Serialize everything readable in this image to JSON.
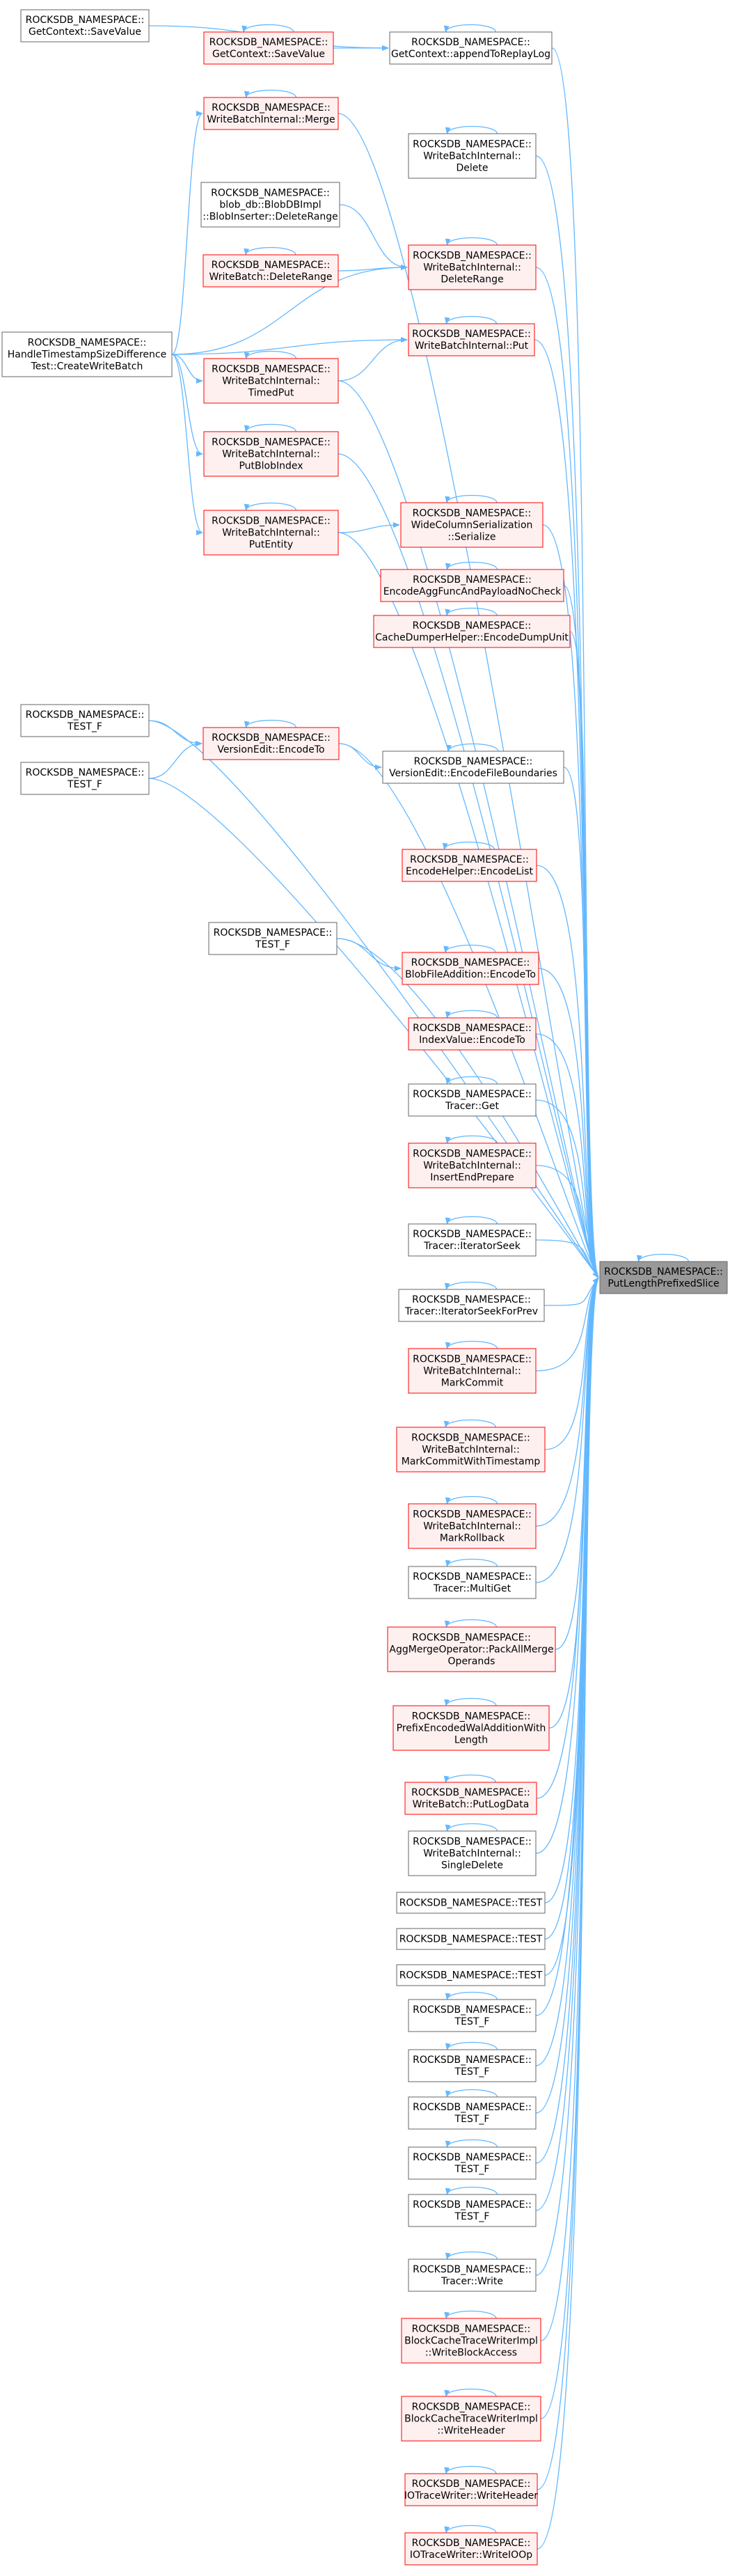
{
  "diagram": {
    "colors": {
      "edge": "#63b8ff",
      "node_border": "#666666",
      "node_fill": "#ffffff",
      "highlight_border": "#ff0000",
      "highlight_fill": "#fff0f0",
      "root_fill": "#999999",
      "root_border": "#666666"
    },
    "nodes": [
      {
        "id": "root",
        "lines": [
          "ROCKSDB_NAMESPACE::",
          "PutLengthPrefixedSlice"
        ],
        "style": "root"
      },
      {
        "id": "gcsv_left",
        "lines": [
          "ROCKSDB_NAMESPACE::",
          "GetContext::SaveValue"
        ],
        "style": "normal"
      },
      {
        "id": "gcsv",
        "lines": [
          "ROCKSDB_NAMESPACE::",
          "GetContext::SaveValue"
        ],
        "style": "highlight"
      },
      {
        "id": "gcrl",
        "lines": [
          "ROCKSDB_NAMESPACE::",
          "GetContext::appendToReplayLog"
        ],
        "style": "normal"
      },
      {
        "id": "wbi_merge",
        "lines": [
          "ROCKSDB_NAMESPACE::",
          "WriteBatchInternal::Merge"
        ],
        "style": "highlight"
      },
      {
        "id": "wbi_delete",
        "lines": [
          "ROCKSDB_NAMESPACE::",
          "WriteBatchInternal::",
          "Delete"
        ],
        "style": "normal"
      },
      {
        "id": "blobdel",
        "lines": [
          "ROCKSDB_NAMESPACE::",
          "blob_db::BlobDBImpl",
          "::BlobInserter::DeleteRange"
        ],
        "style": "normal"
      },
      {
        "id": "wb_delrange",
        "lines": [
          "ROCKSDB_NAMESPACE::",
          "WriteBatch::DeleteRange"
        ],
        "style": "highlight"
      },
      {
        "id": "wbi_delrange",
        "lines": [
          "ROCKSDB_NAMESPACE::",
          "WriteBatchInternal::",
          "DeleteRange"
        ],
        "style": "highlight"
      },
      {
        "id": "htsd",
        "lines": [
          "ROCKSDB_NAMESPACE::",
          "HandleTimestampSizeDifference",
          "Test::CreateWriteBatch"
        ],
        "style": "normal"
      },
      {
        "id": "wbi_put",
        "lines": [
          "ROCKSDB_NAMESPACE::",
          "WriteBatchInternal::Put"
        ],
        "style": "highlight"
      },
      {
        "id": "wbi_timedput",
        "lines": [
          "ROCKSDB_NAMESPACE::",
          "WriteBatchInternal::",
          "TimedPut"
        ],
        "style": "highlight"
      },
      {
        "id": "wbi_putblob",
        "lines": [
          "ROCKSDB_NAMESPACE::",
          "WriteBatchInternal::",
          "PutBlobIndex"
        ],
        "style": "highlight"
      },
      {
        "id": "wbi_putentity",
        "lines": [
          "ROCKSDB_NAMESPACE::",
          "WriteBatchInternal::",
          "PutEntity"
        ],
        "style": "highlight"
      },
      {
        "id": "wcs_serialize",
        "lines": [
          "ROCKSDB_NAMESPACE::",
          "WideColumnSerialization",
          "::Serialize"
        ],
        "style": "highlight"
      },
      {
        "id": "encagg",
        "lines": [
          "ROCKSDB_NAMESPACE::",
          "EncodeAggFuncAndPayloadNoCheck"
        ],
        "style": "highlight"
      },
      {
        "id": "cdh",
        "lines": [
          "ROCKSDB_NAMESPACE::",
          "CacheDumperHelper::EncodeDumpUnit"
        ],
        "style": "highlight"
      },
      {
        "id": "testf1",
        "lines": [
          "ROCKSDB_NAMESPACE::",
          "TEST_F"
        ],
        "style": "normal"
      },
      {
        "id": "ve_encode",
        "lines": [
          "ROCKSDB_NAMESPACE::",
          "VersionEdit::EncodeTo"
        ],
        "style": "highlight"
      },
      {
        "id": "ve_efb",
        "lines": [
          "ROCKSDB_NAMESPACE::",
          "VersionEdit::EncodeFileBoundaries"
        ],
        "style": "normal"
      },
      {
        "id": "testf2",
        "lines": [
          "ROCKSDB_NAMESPACE::",
          "TEST_F"
        ],
        "style": "normal"
      },
      {
        "id": "enclist",
        "lines": [
          "ROCKSDB_NAMESPACE::",
          "EncodeHelper::EncodeList"
        ],
        "style": "highlight"
      },
      {
        "id": "testf3",
        "lines": [
          "ROCKSDB_NAMESPACE::",
          "TEST_F"
        ],
        "style": "normal"
      },
      {
        "id": "bfa",
        "lines": [
          "ROCKSDB_NAMESPACE::",
          "BlobFileAddition::EncodeTo"
        ],
        "style": "highlight"
      },
      {
        "id": "iv",
        "lines": [
          "ROCKSDB_NAMESPACE::",
          "IndexValue::EncodeTo"
        ],
        "style": "highlight"
      },
      {
        "id": "tr_get",
        "lines": [
          "ROCKSDB_NAMESPACE::",
          "Tracer::Get"
        ],
        "style": "normal"
      },
      {
        "id": "wbi_iep",
        "lines": [
          "ROCKSDB_NAMESPACE::",
          "WriteBatchInternal::",
          "InsertEndPrepare"
        ],
        "style": "highlight"
      },
      {
        "id": "tr_is",
        "lines": [
          "ROCKSDB_NAMESPACE::",
          "Tracer::IteratorSeek"
        ],
        "style": "normal"
      },
      {
        "id": "tr_isfp",
        "lines": [
          "ROCKSDB_NAMESPACE::",
          "Tracer::IteratorSeekForPrev"
        ],
        "style": "normal"
      },
      {
        "id": "wbi_mc",
        "lines": [
          "ROCKSDB_NAMESPACE::",
          "WriteBatchInternal::",
          "MarkCommit"
        ],
        "style": "highlight"
      },
      {
        "id": "wbi_mcwt",
        "lines": [
          "ROCKSDB_NAMESPACE::",
          "WriteBatchInternal::",
          "MarkCommitWithTimestamp"
        ],
        "style": "highlight"
      },
      {
        "id": "wbi_mr",
        "lines": [
          "ROCKSDB_NAMESPACE::",
          "WriteBatchInternal::",
          "MarkRollback"
        ],
        "style": "highlight"
      },
      {
        "id": "tr_mg",
        "lines": [
          "ROCKSDB_NAMESPACE::",
          "Tracer::MultiGet"
        ],
        "style": "normal"
      },
      {
        "id": "agg",
        "lines": [
          "ROCKSDB_NAMESPACE::",
          "AggMergeOperator::PackAllMerge",
          "Operands"
        ],
        "style": "highlight"
      },
      {
        "id": "pewa",
        "lines": [
          "ROCKSDB_NAMESPACE::",
          "PrefixEncodedWalAdditionWith",
          "Length"
        ],
        "style": "highlight"
      },
      {
        "id": "wb_pld",
        "lines": [
          "ROCKSDB_NAMESPACE::",
          "WriteBatch::PutLogData"
        ],
        "style": "highlight"
      },
      {
        "id": "wbi_sd",
        "lines": [
          "ROCKSDB_NAMESPACE::",
          "WriteBatchInternal::",
          "SingleDelete"
        ],
        "style": "normal"
      },
      {
        "id": "test1",
        "lines": [
          "ROCKSDB_NAMESPACE::TEST"
        ],
        "style": "normal"
      },
      {
        "id": "test2",
        "lines": [
          "ROCKSDB_NAMESPACE::TEST"
        ],
        "style": "normal"
      },
      {
        "id": "test3",
        "lines": [
          "ROCKSDB_NAMESPACE::TEST"
        ],
        "style": "normal"
      },
      {
        "id": "testf4",
        "lines": [
          "ROCKSDB_NAMESPACE::",
          "TEST_F"
        ],
        "style": "normal"
      },
      {
        "id": "testf5",
        "lines": [
          "ROCKSDB_NAMESPACE::",
          "TEST_F"
        ],
        "style": "normal"
      },
      {
        "id": "testf6",
        "lines": [
          "ROCKSDB_NAMESPACE::",
          "TEST_F"
        ],
        "style": "normal"
      },
      {
        "id": "testf7",
        "lines": [
          "ROCKSDB_NAMESPACE::",
          "TEST_F"
        ],
        "style": "normal"
      },
      {
        "id": "testf8",
        "lines": [
          "ROCKSDB_NAMESPACE::",
          "TEST_F"
        ],
        "style": "normal"
      },
      {
        "id": "tr_write",
        "lines": [
          "ROCKSDB_NAMESPACE::",
          "Tracer::Write"
        ],
        "style": "normal"
      },
      {
        "id": "bctw_wba",
        "lines": [
          "ROCKSDB_NAMESPACE::",
          "BlockCacheTraceWriterImpl",
          "::WriteBlockAccess"
        ],
        "style": "highlight"
      },
      {
        "id": "bctw_wh",
        "lines": [
          "ROCKSDB_NAMESPACE::",
          "BlockCacheTraceWriterImpl",
          "::WriteHeader"
        ],
        "style": "highlight"
      },
      {
        "id": "iotw_wh",
        "lines": [
          "ROCKSDB_NAMESPACE::",
          "IOTraceWriter::WriteHeader"
        ],
        "style": "highlight"
      },
      {
        "id": "iotw_wio",
        "lines": [
          "ROCKSDB_NAMESPACE::",
          "IOTraceWriter::WriteIOOp"
        ],
        "style": "highlight"
      }
    ],
    "edges": [
      [
        "gcsv_left",
        "gcrl"
      ],
      [
        "gcsv",
        "gcrl"
      ],
      [
        "gcrl",
        "root"
      ],
      [
        "htsd",
        "wbi_merge"
      ],
      [
        "wbi_merge",
        "root"
      ],
      [
        "wbi_delete",
        "root"
      ],
      [
        "blobdel",
        "wbi_delrange"
      ],
      [
        "wb_delrange",
        "wbi_delrange"
      ],
      [
        "htsd",
        "wbi_delrange"
      ],
      [
        "wbi_delrange",
        "root"
      ],
      [
        "htsd",
        "wbi_put"
      ],
      [
        "wbi_timedput",
        "wbi_put"
      ],
      [
        "wbi_put",
        "root"
      ],
      [
        "htsd",
        "wbi_timedput"
      ],
      [
        "wbi_timedput",
        "root"
      ],
      [
        "htsd",
        "wbi_putblob"
      ],
      [
        "wbi_putblob",
        "root"
      ],
      [
        "htsd",
        "wbi_putentity"
      ],
      [
        "wbi_putentity",
        "wcs_serialize"
      ],
      [
        "wbi_putentity",
        "root"
      ],
      [
        "wcs_serialize",
        "root"
      ],
      [
        "encagg",
        "root"
      ],
      [
        "cdh",
        "root"
      ],
      [
        "testf1",
        "ve_encode"
      ],
      [
        "testf1",
        "root"
      ],
      [
        "ve_encode",
        "ve_efb"
      ],
      [
        "ve_encode",
        "root"
      ],
      [
        "testf2",
        "ve_encode"
      ],
      [
        "testf2",
        "root"
      ],
      [
        "ve_efb",
        "root"
      ],
      [
        "enclist",
        "root"
      ],
      [
        "testf3",
        "bfa"
      ],
      [
        "testf3",
        "root"
      ],
      [
        "bfa",
        "root"
      ],
      [
        "iv",
        "root"
      ],
      [
        "tr_get",
        "root"
      ],
      [
        "wbi_iep",
        "root"
      ],
      [
        "tr_is",
        "root"
      ],
      [
        "tr_isfp",
        "root"
      ],
      [
        "wbi_mc",
        "root"
      ],
      [
        "wbi_mcwt",
        "root"
      ],
      [
        "wbi_mr",
        "root"
      ],
      [
        "tr_mg",
        "root"
      ],
      [
        "agg",
        "root"
      ],
      [
        "pewa",
        "root"
      ],
      [
        "wb_pld",
        "root"
      ],
      [
        "wbi_sd",
        "root"
      ],
      [
        "test1",
        "root"
      ],
      [
        "test2",
        "root"
      ],
      [
        "test3",
        "root"
      ],
      [
        "testf4",
        "root"
      ],
      [
        "testf5",
        "root"
      ],
      [
        "testf6",
        "root"
      ],
      [
        "testf7",
        "root"
      ],
      [
        "testf8",
        "root"
      ],
      [
        "tr_write",
        "root"
      ],
      [
        "bctw_wba",
        "root"
      ],
      [
        "bctw_wh",
        "root"
      ],
      [
        "iotw_wh",
        "root"
      ],
      [
        "iotw_wio",
        "root"
      ]
    ],
    "self_loops": [
      "root",
      "gcsv",
      "gcrl",
      "wbi_merge",
      "wbi_delete",
      "wb_delrange",
      "wbi_delrange",
      "wbi_put",
      "wbi_timedput",
      "wbi_putblob",
      "wbi_putentity",
      "wcs_serialize",
      "encagg",
      "cdh",
      "ve_encode",
      "ve_efb",
      "enclist",
      "bfa",
      "iv",
      "tr_get",
      "wbi_iep",
      "tr_is",
      "tr_isfp",
      "wbi_mc",
      "wbi_mcwt",
      "wbi_mr",
      "tr_mg",
      "agg",
      "pewa",
      "wb_pld",
      "wbi_sd",
      "testf4",
      "testf5",
      "testf6",
      "testf7",
      "testf8",
      "tr_write",
      "bctw_wba",
      "bctw_wh",
      "iotw_wh",
      "iotw_wio"
    ]
  }
}
